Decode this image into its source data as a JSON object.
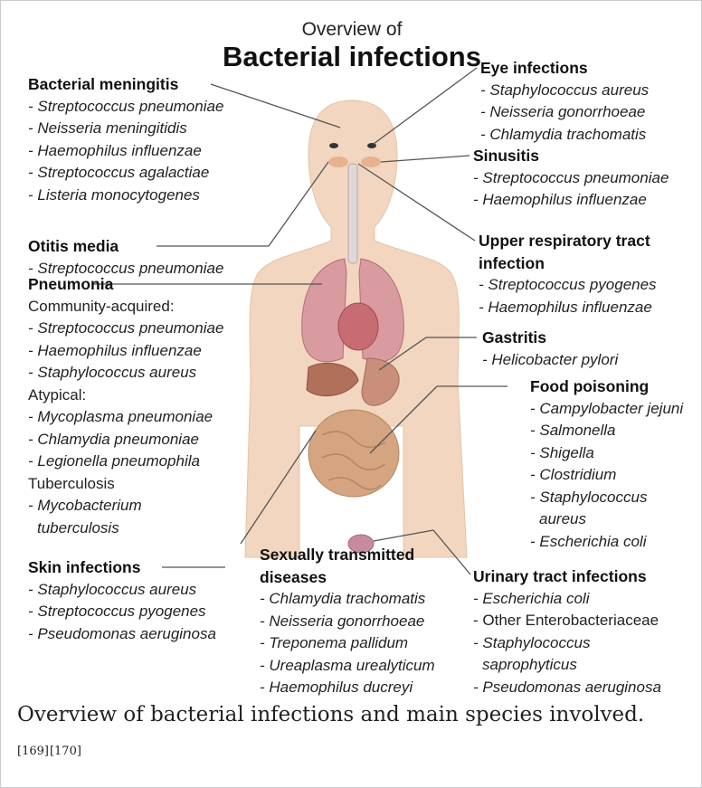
{
  "figure": {
    "title_line1": "Overview of",
    "title_line2": "Bacterial infections",
    "groups": {
      "meningitis": {
        "heading": "Bacterial meningitis",
        "lines": [
          "- Streptococcus pneumoniae",
          "- Neisseria meningitidis",
          "- Haemophilus influenzae",
          "- Streptococcus agalactiae",
          "- Listeria monocytogenes"
        ]
      },
      "otitis": {
        "heading": "Otitis media",
        "lines": [
          "- Streptococcus pneumoniae"
        ]
      },
      "pneumonia": {
        "heading": "Pneumonia",
        "sub1": "Community-acquired:",
        "lines1": [
          "- Streptococcus pneumoniae",
          "- Haemophilus influenzae",
          "- Staphylococcus aureus"
        ],
        "sub2": "Atypical:",
        "lines2": [
          "- Mycoplasma pneumoniae",
          "- Chlamydia pneumoniae",
          "- Legionella pneumophila"
        ],
        "sub3": "Tuberculosis",
        "lines3": [
          "- Mycobacterium",
          "tuberculosis"
        ]
      },
      "skin": {
        "heading": "Skin infections",
        "lines": [
          "- Staphylococcus aureus",
          "- Streptococcus pyogenes",
          "- Pseudomonas aeruginosa"
        ]
      },
      "std": {
        "heading_line1": "Sexually transmitted",
        "heading_line2": "diseases",
        "lines": [
          "- Chlamydia trachomatis",
          "- Neisseria gonorrhoeae",
          "- Treponema pallidum",
          "- Ureaplasma urealyticum",
          "- Haemophilus ducreyi"
        ]
      },
      "eye": {
        "heading": "Eye infections",
        "lines": [
          "- Staphylococcus aureus",
          "- Neisseria gonorrhoeae",
          "- Chlamydia trachomatis"
        ]
      },
      "sinusitis": {
        "heading": "Sinusitis",
        "lines": [
          "- Streptococcus pneumoniae",
          "- Haemophilus influenzae"
        ]
      },
      "upper_resp": {
        "heading_line1": "Upper respiratory tract",
        "heading_line2": "infection",
        "lines": [
          "- Streptococcus pyogenes",
          "- Haemophilus influenzae"
        ]
      },
      "gastritis": {
        "heading": "Gastritis",
        "lines": [
          "- Helicobacter pylori"
        ]
      },
      "food": {
        "heading": "Food poisoning",
        "lines": [
          "- Campylobacter jejuni",
          "- Salmonella",
          "- Shigella",
          "- Clostridium",
          "- Staphylococcus",
          "aureus",
          "- Escherichia coli"
        ]
      },
      "urinary": {
        "heading": "Urinary tract infections",
        "line1": "- Escherichia coli",
        "line2": "- Other Enterobacteriaceae",
        "line3": "- Staphylococcus",
        "line4": "saprophyticus",
        "line5": "- Pseudomonas aeruginosa"
      }
    },
    "colors": {
      "skin": "#f2d6bf",
      "leader": "#555555",
      "organ_lung": "#d99aa0",
      "organ_gut": "#d4a580"
    }
  },
  "caption": {
    "text": "Overview of bacterial infections and main species involved.",
    "refs": [
      "[169]",
      "[170]"
    ]
  }
}
